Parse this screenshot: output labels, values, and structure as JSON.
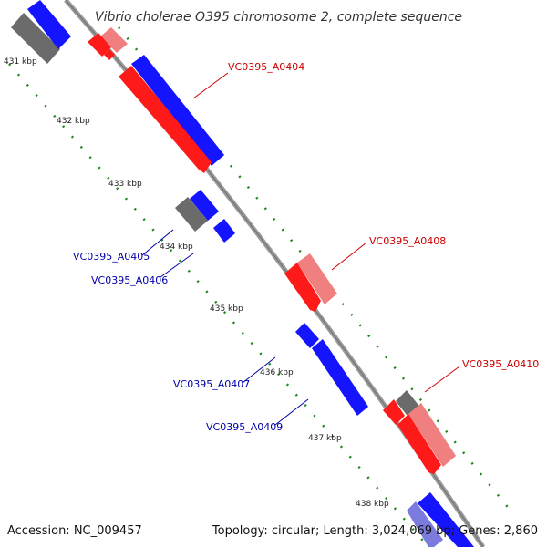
{
  "title": "Vibrio cholerae O395 chromosome 2, complete sequence",
  "footer": {
    "accession": "Accession: NC_009457",
    "summary": "Topology: circular; Length: 3,024,069 bp; Genes: 2,860"
  },
  "ticks": [
    "431 kbp",
    "432 kbp",
    "433 kbp",
    "434 kbp",
    "435 kbp",
    "436 kbp",
    "437 kbp",
    "438 kbp"
  ],
  "gene_labels": [
    {
      "id": "a0404",
      "text": "VC0395_A0404",
      "color": "#cc0000"
    },
    {
      "id": "a0405",
      "text": "VC0395_A0405",
      "color": "#0000aa"
    },
    {
      "id": "a0406",
      "text": "VC0395_A0406",
      "color": "#0000aa"
    },
    {
      "id": "a0408",
      "text": "VC0395_A0408",
      "color": "#cc0000"
    },
    {
      "id": "a0407",
      "text": "VC0395_A0407",
      "color": "#0000aa"
    },
    {
      "id": "a0410",
      "text": "VC0395_A0410",
      "color": "#cc0000"
    },
    {
      "id": "a0409",
      "text": "VC0395_A0409",
      "color": "#0000aa"
    }
  ],
  "colors": {
    "forward_cds": "#0000ff",
    "reverse_cds": "#ff0000",
    "reverse_cds_light": "#f08080",
    "other_feature": "#666666",
    "backbone": "#999999",
    "gc_track": "#1a8a1a"
  }
}
